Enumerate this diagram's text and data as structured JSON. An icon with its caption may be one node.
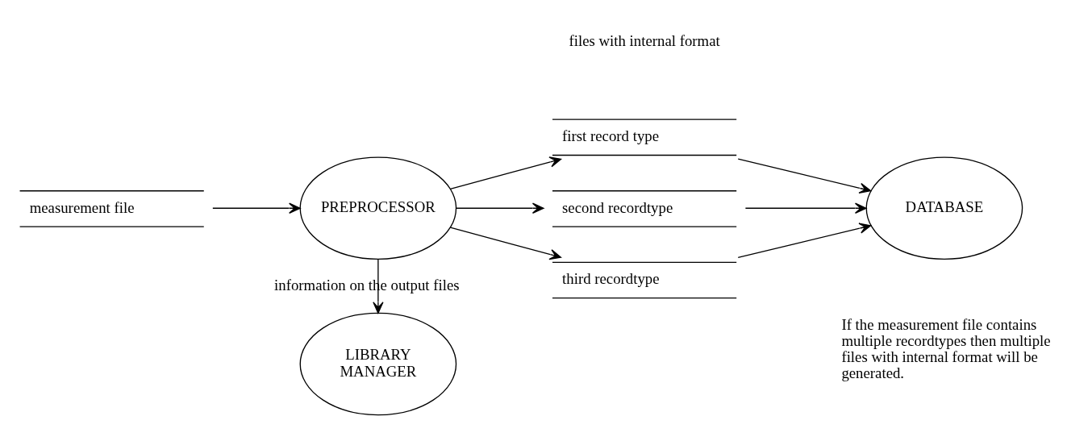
{
  "diagram": {
    "nodes": [
      {
        "text": [
          "measurement file"
        ]
      },
      {
        "text": [
          "PREPROCESSOR"
        ]
      },
      {
        "text": [
          "first record type"
        ]
      },
      {
        "text": [
          "second recordtype"
        ]
      },
      {
        "text": [
          "third recordtype"
        ]
      },
      {
        "text": [
          "DATABASE"
        ]
      },
      {
        "text": [
          "LIBRARY MANAGER"
        ]
      }
    ],
    "edges": [
      {
        "from": 0,
        "to": 1,
        "arrow": "to"
      },
      {
        "from": 1,
        "to": 2,
        "arrow": "to"
      },
      {
        "from": 1,
        "to": 3,
        "arrow": "to"
      },
      {
        "from": 1,
        "to": 4,
        "arrow": "to"
      },
      {
        "from": 2,
        "to": 5,
        "arrow": "to"
      },
      {
        "from": 3,
        "to": 5,
        "arrow": "to"
      },
      {
        "from": 4,
        "to": 5,
        "arrow": "to"
      },
      {
        "from": 1,
        "to": 6,
        "label": "information on the output files",
        "arrow": "to"
      }
    ],
    "labels": [
      "files with internal format",
      "If the measurement file contains multiple recordtypes then multiple files with internal format will be generated."
    ]
  }
}
